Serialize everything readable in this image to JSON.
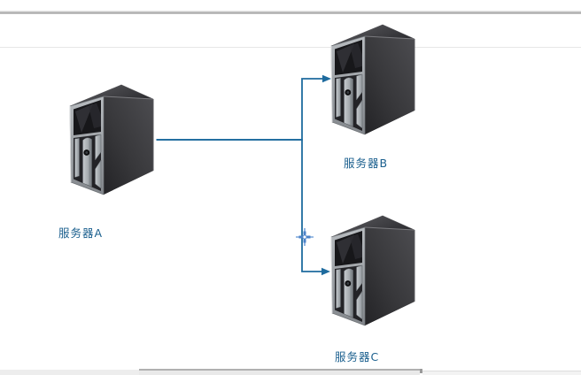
{
  "app": {
    "type": "diagram-editor-canvas",
    "canvas_background": "#ffffff"
  },
  "diagram": {
    "nodes": [
      {
        "id": "server-a",
        "label": "服务器A",
        "icon": "tower-server-3d"
      },
      {
        "id": "server-b",
        "label": "服务器B",
        "icon": "tower-server-3d"
      },
      {
        "id": "server-c",
        "label": "服务器C",
        "icon": "tower-server-3d"
      }
    ],
    "connectors": [
      {
        "from": "server-a",
        "to": "server-b",
        "style": "right-angle",
        "arrow": "filled-triangle"
      },
      {
        "from": "server-a",
        "to": "server-c",
        "style": "right-angle",
        "arrow": "filled-triangle"
      }
    ],
    "colors": {
      "connector": "#1e6b9e",
      "label_text": "#1a5f8e",
      "server_body": "#39393d",
      "server_bezel": "#a9adb1",
      "cursor_blue": "#4b82c8"
    },
    "cursor": {
      "type": "connector-crosshair-cursor"
    }
  }
}
